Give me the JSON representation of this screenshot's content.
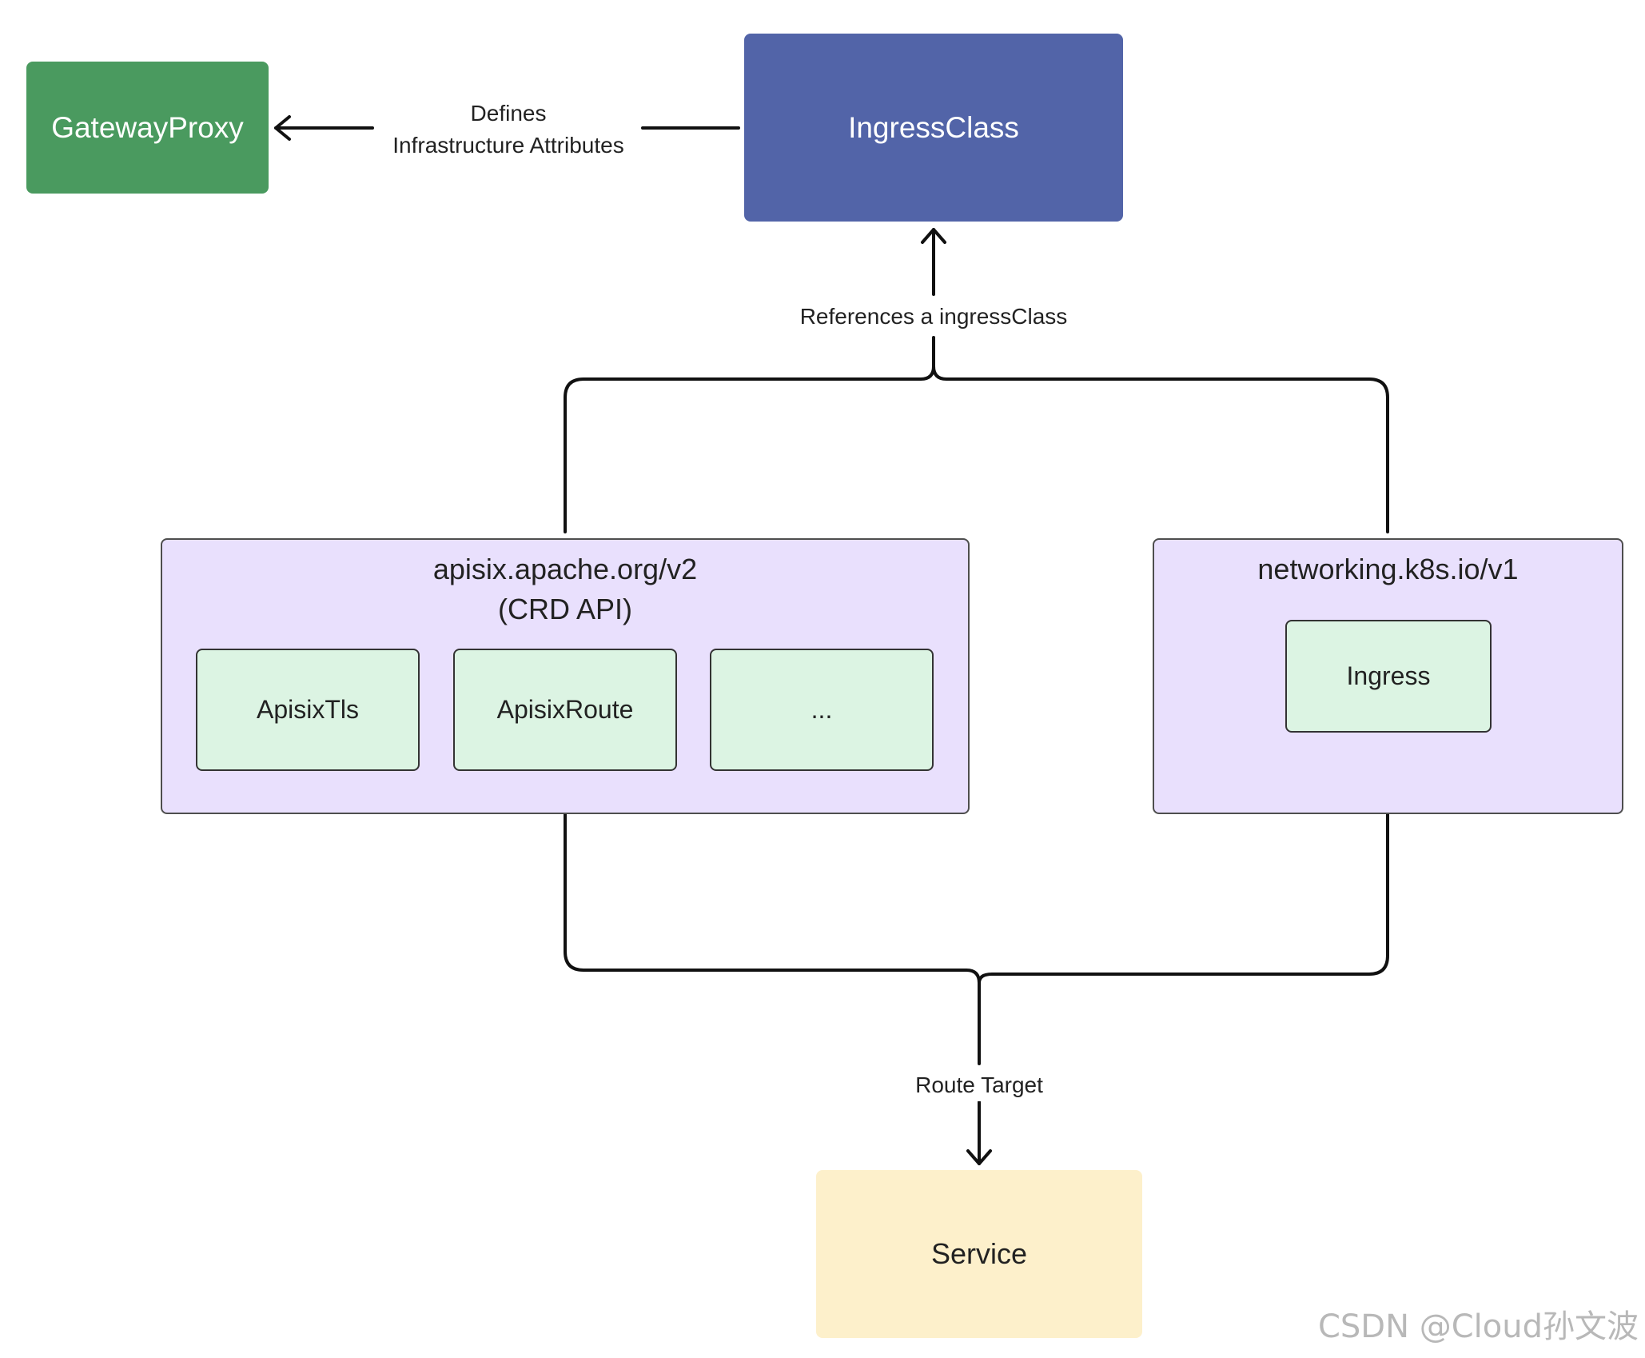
{
  "nodes": {
    "gateway_proxy": "GatewayProxy",
    "ingress_class": "IngressClass",
    "service": "Service"
  },
  "groups": {
    "apisix": {
      "title": "apisix.apache.org/v2",
      "subtitle": "(CRD API)",
      "resources": [
        "ApisixTls",
        "ApisixRoute",
        "..."
      ]
    },
    "k8s": {
      "title": "networking.k8s.io/v1",
      "resources": [
        "Ingress"
      ]
    }
  },
  "edges": {
    "defines_line1": "Defines",
    "defines_line2": "Infrastructure Attributes",
    "references": "References a ingressClass",
    "route_target": "Route Target"
  },
  "watermark": "CSDN @Cloud孙文波",
  "colors": {
    "gateway_proxy": "#4a9a5f",
    "ingress_class": "#5264a8",
    "group_fill": "#e9e0fd",
    "resource_fill": "#dcf4e3",
    "service_fill": "#fdf0cb"
  }
}
